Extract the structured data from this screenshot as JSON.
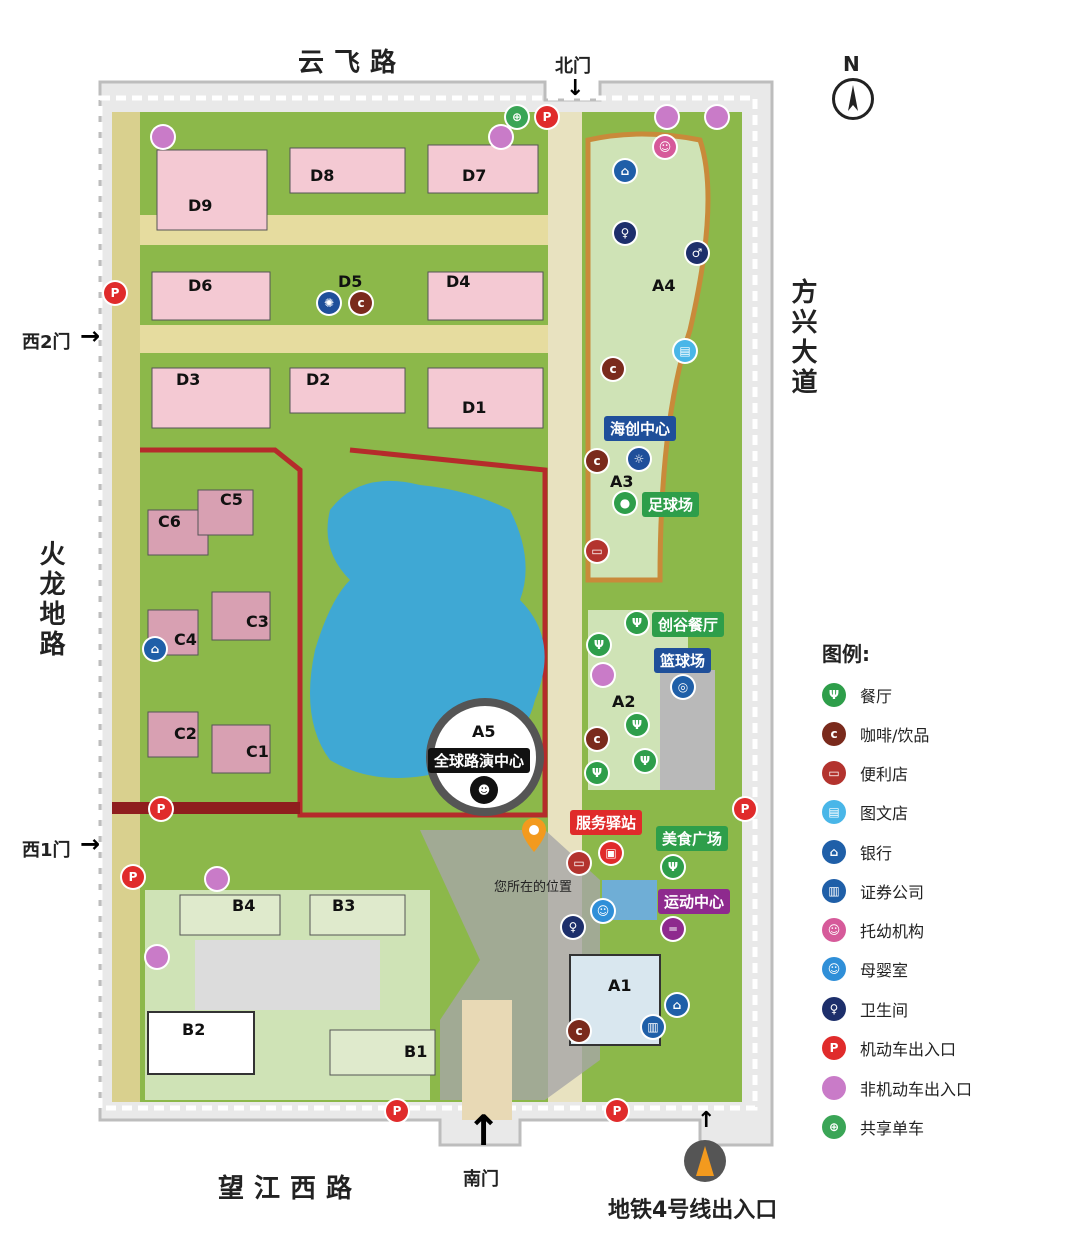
{
  "roads": {
    "north": "云飞路",
    "east": "方兴大道",
    "west": "火龙地路",
    "south": "望江西路"
  },
  "gates": {
    "north": "北门",
    "west2": "西2门",
    "west1": "西1门",
    "south": "南门",
    "metro": "地铁4号线出入口"
  },
  "compass": "N",
  "buildings": {
    "D9": "D9",
    "D8": "D8",
    "D7": "D7",
    "D6": "D6",
    "D5": "D5",
    "D4": "D4",
    "D3": "D3",
    "D2": "D2",
    "D1": "D1",
    "C6": "C6",
    "C5": "C5",
    "C4": "C4",
    "C3": "C3",
    "C2": "C2",
    "C1": "C1",
    "B4": "B4",
    "B3": "B3",
    "B2": "B2",
    "B1": "B1",
    "A4": "A4",
    "A3": "A3",
    "A2": "A2",
    "A1": "A1",
    "A5": "A5"
  },
  "places": {
    "haichuang": "海创中心",
    "football": "足球场",
    "chuanggu": "创谷餐厅",
    "basketball": "篮球场",
    "roadshow": "全球路演中心",
    "service": "服务驿站",
    "foodcourt": "美食广场",
    "sports": "运动中心",
    "you_are_here": "您所在的位置"
  },
  "legend": {
    "title": "图例:",
    "items": [
      {
        "label": "餐厅",
        "icon": "restaurant-icon",
        "color": "#2e9e4a"
      },
      {
        "label": "咖啡/饮品",
        "icon": "coffee-icon",
        "color": "#7a2a1c"
      },
      {
        "label": "便利店",
        "icon": "cart-icon",
        "color": "#b3332e"
      },
      {
        "label": "图文店",
        "icon": "printer-icon",
        "color": "#49b6e8"
      },
      {
        "label": "银行",
        "icon": "bank-icon",
        "color": "#1f5fa8"
      },
      {
        "label": "证券公司",
        "icon": "securities-icon",
        "color": "#1f5fa8"
      },
      {
        "label": "托幼机构",
        "icon": "nursery-icon",
        "color": "#d65a9a"
      },
      {
        "label": "母婴室",
        "icon": "baby-room-icon",
        "color": "#2f8fd8"
      },
      {
        "label": "卫生间",
        "icon": "toilet-icon",
        "color": "#1d2f6b"
      },
      {
        "label": "机动车出入口",
        "icon": "parking-icon",
        "color": "#e02b2b"
      },
      {
        "label": "非机动车出入口",
        "icon": "bike-entrance-icon",
        "color": "#c97bc8"
      },
      {
        "label": "共享单车",
        "icon": "shared-bike-icon",
        "color": "#3aa556"
      }
    ]
  },
  "colors": {
    "building": "#f4c9d3",
    "lake": "#3fa8d4",
    "grass": "#7fae3e",
    "red_path": "#b52b2b",
    "tag_green": "#2e9e4a",
    "tag_blue": "#1f4f9a",
    "tag_purple": "#8e2a8e",
    "tag_red": "#e02b2b"
  }
}
